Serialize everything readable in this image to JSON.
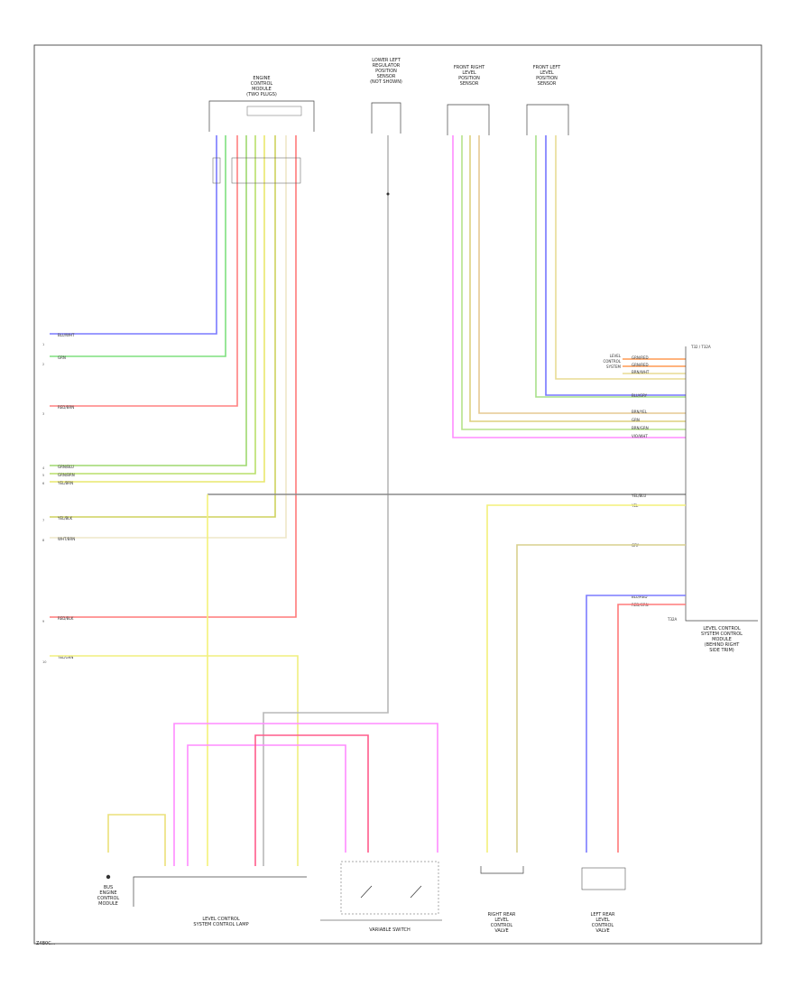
{
  "footer_code": "Z4B0C...",
  "components": {
    "ecm": {
      "name": [
        "ENGINE",
        "CONTROL",
        "MODULE",
        "(TWO PLUGS)"
      ]
    },
    "lower_left": {
      "name": [
        "LOWER LEFT",
        "REGULATOR",
        "POSITION",
        "SENSOR",
        "(NOT SHOWN)"
      ]
    },
    "front_rh": {
      "name": [
        "FRONT RIGHT",
        "LEVEL",
        "POSITION",
        "SENSOR"
      ]
    },
    "front_lh": {
      "name": [
        "FRONT LEFT",
        "LEVEL",
        "POSITION",
        "SENSOR"
      ]
    },
    "control_module": {
      "name": [
        "LEVEL CONTROL",
        "SYSTEM CONTROL",
        "MODULE",
        "(BEHIND RIGHT",
        "SIDE TRIM)"
      ]
    },
    "cbs": {
      "name": [
        "BUS",
        "ENGINE",
        "CONTROL",
        "MODULE"
      ]
    },
    "amm": {
      "name": [
        "LEVEL CONTROL",
        "SYSTEM CONTROL LAMP"
      ]
    },
    "switch": {
      "name": [
        "VARIABLE SWITCH"
      ]
    },
    "rr_valve": {
      "name": [
        "RIGHT REAR",
        "LEVEL",
        "CONTROL",
        "VALVE"
      ]
    },
    "lr_valve": {
      "name": [
        "LEFT REAR",
        "LEVEL",
        "CONTROL",
        "VALVE"
      ]
    }
  },
  "connector_labels": {
    "cm": "T32 / T32A",
    "cm_bottom": "T32A"
  },
  "left_wires": [
    {
      "pin": "1",
      "label": "BLU/WHT"
    },
    {
      "pin": "2",
      "label": "GRN"
    },
    {
      "pin": "3",
      "label": "RED/BRN"
    },
    {
      "pin": "4",
      "label": "GRN/BLU"
    },
    {
      "pin": "5",
      "label": "GRN/BRN"
    },
    {
      "pin": "6",
      "label": "YEL/BRN"
    },
    {
      "pin": "7",
      "label": "YEL/BLK"
    },
    {
      "pin": "8",
      "label": "WHT/BRN"
    },
    {
      "pin": "9",
      "label": "RED/BLK"
    },
    {
      "pin": "10",
      "label": "YEL/GRN"
    }
  ],
  "right_wires": [
    {
      "label": "GRN/RED"
    },
    {
      "label": "GRN/RED"
    },
    {
      "label": "BRN/WHT"
    },
    {
      "label": "BLU/GRY"
    },
    {
      "label": "BRN/YEL"
    },
    {
      "label": "GRN"
    },
    {
      "label": "BRN/GRN"
    },
    {
      "label": "VIO/WHT"
    },
    {
      "label": "YEL/BLU"
    },
    {
      "label": "YEL"
    },
    {
      "label": "GRY"
    },
    {
      "label": "BLU/RED"
    },
    {
      "label": "RED/GRN"
    }
  ],
  "right_notes": [
    "LEVEL",
    "CONTROL",
    "SYSTEM"
  ]
}
